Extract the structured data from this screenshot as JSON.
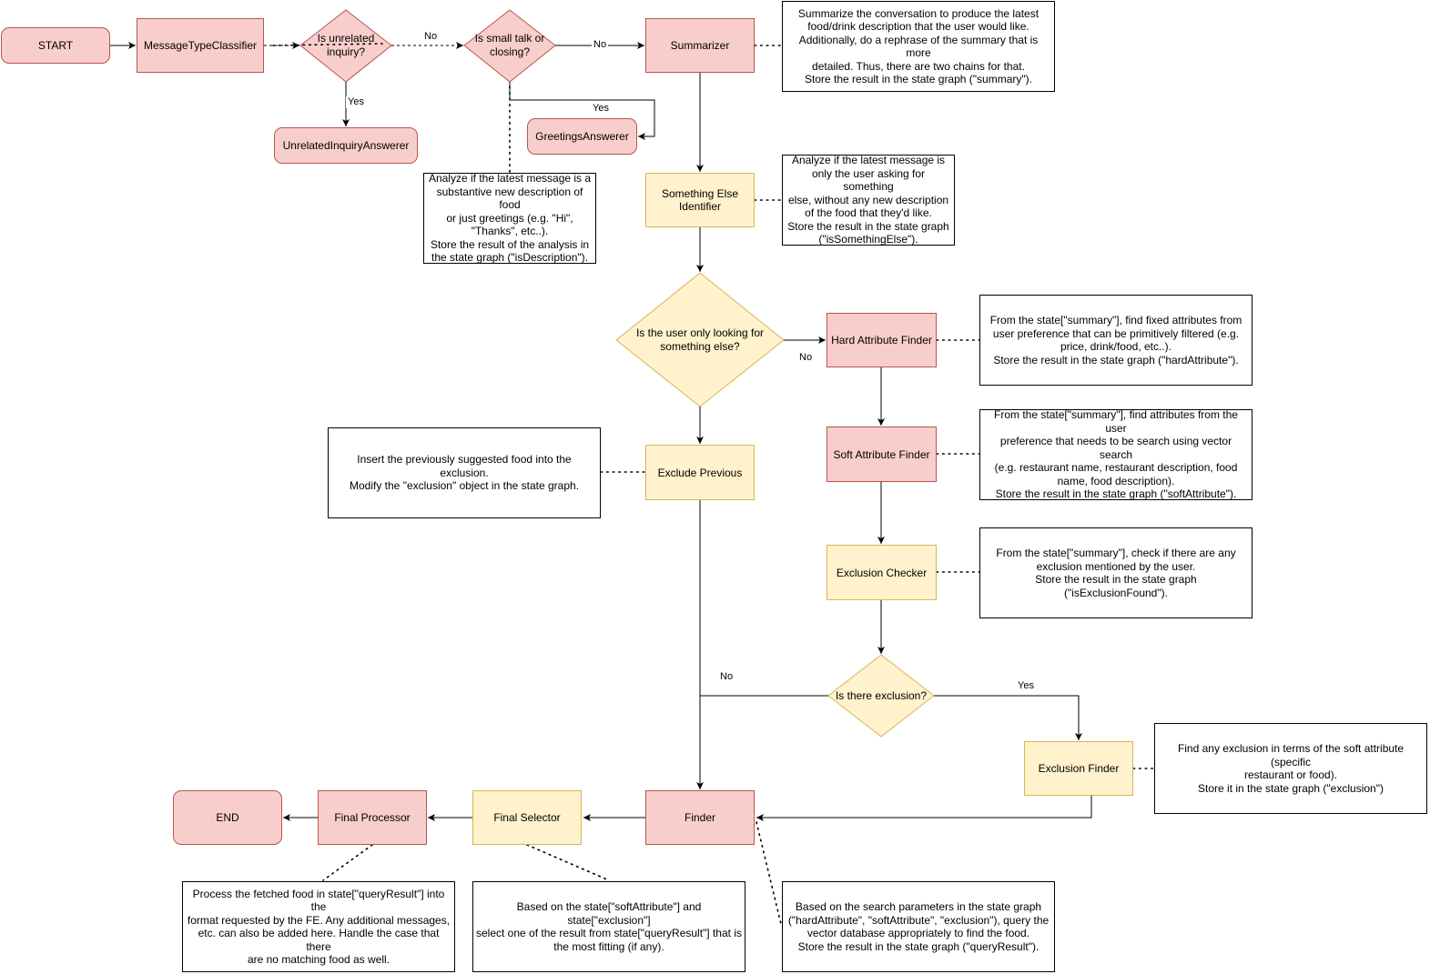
{
  "colors": {
    "process_fill": "#f8cecc",
    "process_stroke": "#b85450",
    "decision_fill": "#fff2cc",
    "decision_stroke": "#d6b656",
    "line": "#000000"
  },
  "nodes": {
    "start": "START",
    "classifier": "MessageTypeClassifier",
    "unrelated_decision": "Is unrelated\ninquiry?",
    "smalltalk_decision": "Is small talk or\nclosing?",
    "summarizer": "Summarizer",
    "unrelated_answerer": "UnrelatedInquiryAnswerer",
    "greetings_answerer": "GreetingsAnswerer",
    "something_else_identifier": "Something Else\nIdentifier",
    "looking_else_decision": "Is the user only looking for\nsomething else?",
    "hard_attribute_finder": "Hard Attribute Finder",
    "soft_attribute_finder": "Soft Attribute Finder",
    "exclude_previous": "Exclude Previous",
    "exclusion_checker": "Exclusion Checker",
    "exclusion_decision": "Is there exclusion?",
    "exclusion_finder": "Exclusion Finder",
    "finder": "Finder",
    "final_selector": "Final Selector",
    "final_processor": "Final Processor",
    "end": "END"
  },
  "notes": {
    "summarizer": "Summarize the conversation to produce the latest\nfood/drink description that the user would like.\nAdditionally, do a rephrase of the summary that is more\ndetailed. Thus, there are two chains for that.\nStore the result in the state graph (\"summary\").",
    "smalltalk": "Analyze if the latest message is a\nsubstantive new description of food\nor just greetings (e.g. \"Hi\",\n\"Thanks\", etc..).\nStore the result of the analysis in\nthe state graph (\"isDescription\").",
    "something_else": "Analyze if the latest message is\nonly the user asking for something\nelse, without any new description\nof the food that they'd like.\nStore the result in the state graph\n(\"isSomethingElse\").",
    "hard_attribute": "From the state[\"summary\"], find fixed attributes from\nuser preference that can be primitively filtered (e.g.\nprice, drink/food, etc..).\nStore the result in the state graph (\"hardAttribute\").",
    "soft_attribute": "From the state[\"summary\"], find attributes from the user\npreference that needs to be search using vector search\n(e.g. restaurant name, restaurant description, food\nname, food description).\nStore the result in the state graph (\"softAttribute\").",
    "exclude_previous": "Insert the previously suggested food into the exclusion.\nModify the \"exclusion\" object in the state graph.",
    "exclusion_checker": "From the state[\"summary\"], check if there are any\nexclusion mentioned by the user.\nStore the result in the state graph (\"isExclusionFound\").",
    "exclusion_finder": "Find any exclusion in terms of the soft attribute (specific\nrestaurant or food).\nStore it in the state graph (\"exclusion\")",
    "final_processor": "Process the fetched food in state[\"queryResult\"] into the\nformat requested by the FE. Any additional messages,\netc. can also be added here. Handle the case that there\nare no matching food as well.",
    "final_selector": "Based on the state[\"softAttribute\"] and state[\"exclusion\"]\nselect one of the result from state[\"queryResult\"] that is\nthe most fitting (if any).",
    "finder": "Based on the search parameters in the state graph\n(\"hardAttribute\", \"softAttribute\", \"exclusion\"), query the\nvector database appropriately to find the food.\nStore the result in the state graph (\"queryResult\")."
  },
  "edge_labels": {
    "unrelated_no": "No",
    "unrelated_yes": "Yes",
    "smalltalk_no": "No",
    "smalltalk_yes": "Yes",
    "looking_else_no": "No",
    "exclusion_no": "No",
    "exclusion_yes": "Yes"
  }
}
